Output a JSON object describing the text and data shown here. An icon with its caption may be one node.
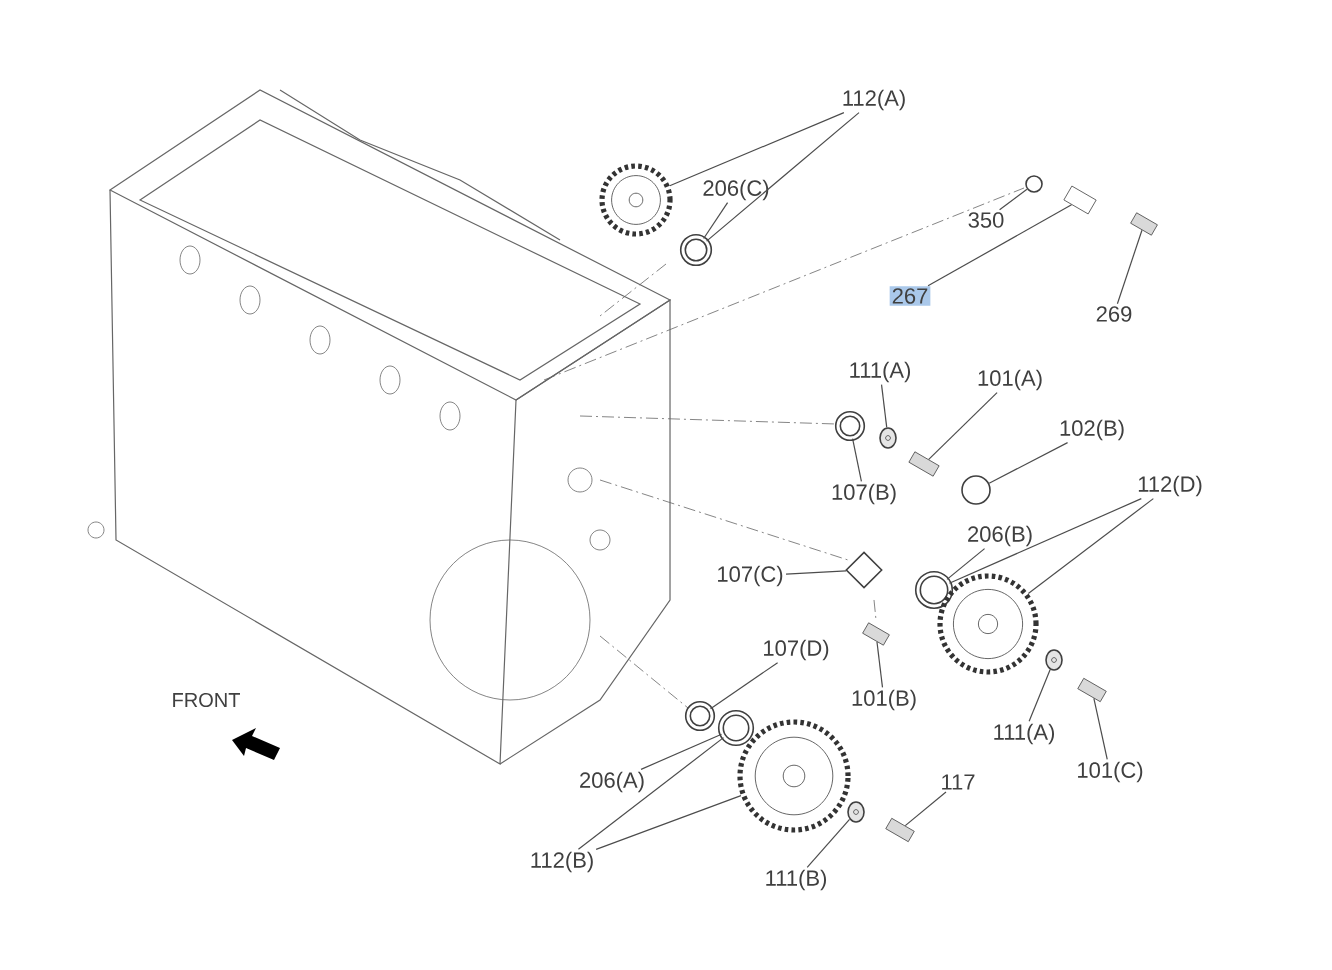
{
  "diagram": {
    "nodes": [
      {
        "text": [
          "112(A)"
        ]
      },
      {
        "text": [
          "206(C)"
        ]
      },
      {
        "text": [
          "350"
        ]
      },
      {
        "text": [
          "267"
        ]
      },
      {
        "text": [
          "269"
        ]
      },
      {
        "text": [
          "111(A)"
        ]
      },
      {
        "text": [
          "101(A)"
        ]
      },
      {
        "text": [
          "102(B)"
        ]
      },
      {
        "text": [
          "112(D)"
        ]
      },
      {
        "text": [
          "107(B)"
        ]
      },
      {
        "text": [
          "206(B)"
        ]
      },
      {
        "text": [
          "107(C)"
        ]
      },
      {
        "text": [
          "107(D)"
        ]
      },
      {
        "text": [
          "101(B)"
        ]
      },
      {
        "text": [
          "111(A)"
        ]
      },
      {
        "text": [
          "101(C)"
        ]
      },
      {
        "text": [
          "206(A)"
        ]
      },
      {
        "text": [
          "117"
        ]
      },
      {
        "text": [
          "112(B)"
        ]
      },
      {
        "text": [
          "111(B)"
        ]
      },
      {
        "text": [],
        "shape": "gear"
      },
      {
        "text": [],
        "shape": "bushing"
      },
      {
        "text": [],
        "shape": "ring"
      },
      {
        "text": [],
        "shape": "sensor"
      },
      {
        "text": [],
        "shape": "bolt"
      },
      {
        "text": [],
        "shape": "bushing"
      },
      {
        "text": [],
        "shape": "washer"
      },
      {
        "text": [],
        "shape": "bolt"
      },
      {
        "text": [],
        "shape": "ring"
      },
      {
        "text": [],
        "shape": "flange"
      },
      {
        "text": [],
        "shape": "bushing"
      },
      {
        "text": [],
        "shape": "gear"
      },
      {
        "text": [],
        "shape": "bolt"
      },
      {
        "text": [],
        "shape": "washer"
      },
      {
        "text": [],
        "shape": "bolt"
      },
      {
        "text": [],
        "shape": "bushing"
      },
      {
        "text": [],
        "shape": "bushing"
      },
      {
        "text": [],
        "shape": "gear"
      },
      {
        "text": [],
        "shape": "washer"
      },
      {
        "text": [],
        "shape": "bolt"
      }
    ],
    "edges": [
      {
        "from": 0,
        "to": 20,
        "arrow": "none"
      },
      {
        "from": 0,
        "to": 21,
        "arrow": "none"
      },
      {
        "from": 1,
        "to": 21,
        "arrow": "none"
      },
      {
        "from": 2,
        "to": 22,
        "arrow": "none"
      },
      {
        "from": 3,
        "to": 23,
        "arrow": "none"
      },
      {
        "from": 4,
        "to": 24,
        "arrow": "none"
      },
      {
        "from": 5,
        "to": 26,
        "arrow": "none"
      },
      {
        "from": 6,
        "to": 27,
        "arrow": "none"
      },
      {
        "from": 7,
        "to": 28,
        "arrow": "none"
      },
      {
        "from": 8,
        "to": 31,
        "arrow": "none"
      },
      {
        "from": 8,
        "to": 30,
        "arrow": "none"
      },
      {
        "from": 9,
        "to": 25,
        "arrow": "none"
      },
      {
        "from": 10,
        "to": 30,
        "arrow": "none"
      },
      {
        "from": 11,
        "to": 29,
        "arrow": "none"
      },
      {
        "from": 12,
        "to": 35,
        "arrow": "none"
      },
      {
        "from": 13,
        "to": 32,
        "arrow": "none"
      },
      {
        "from": 14,
        "to": 33,
        "arrow": "none"
      },
      {
        "from": 15,
        "to": 34,
        "arrow": "none"
      },
      {
        "from": 16,
        "to": 36,
        "arrow": "none"
      },
      {
        "from": 17,
        "to": 39,
        "arrow": "none"
      },
      {
        "from": 18,
        "to": 36,
        "arrow": "none"
      },
      {
        "from": 18,
        "to": 37,
        "arrow": "none"
      },
      {
        "from": 19,
        "to": 38,
        "arrow": "none"
      }
    ],
    "labels": [
      "FRONT"
    ]
  }
}
